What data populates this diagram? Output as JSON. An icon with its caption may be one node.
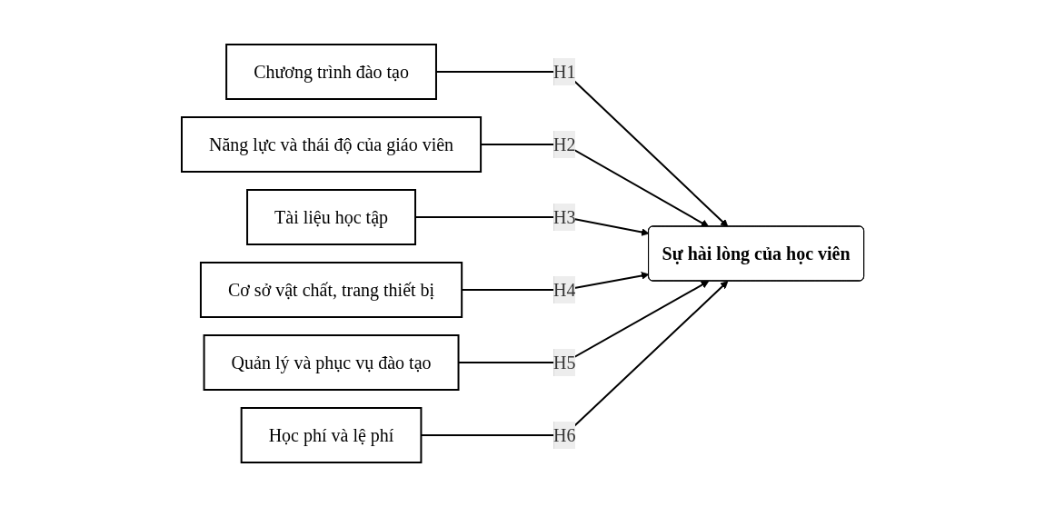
{
  "diagram": {
    "nodes": [
      {
        "text": [
          "Chương trình đào tạo"
        ]
      },
      {
        "text": [
          "Năng lực và thái độ của giáo viên"
        ]
      },
      {
        "text": [
          "Tài liệu học tập"
        ]
      },
      {
        "text": [
          "Cơ sở vật chất, trang thiết bị"
        ]
      },
      {
        "text": [
          "Quản lý và phục vụ đào tạo"
        ]
      },
      {
        "text": [
          "Học phí và lệ phí"
        ]
      },
      {
        "text": [
          "Sự hài lòng của học viên"
        ]
      }
    ],
    "edges": [
      {
        "from": 0,
        "to": 6,
        "arrow": "to",
        "label": "H1"
      },
      {
        "from": 1,
        "to": 6,
        "arrow": "to",
        "label": "H2"
      },
      {
        "from": 2,
        "to": 6,
        "arrow": "to",
        "label": "H3"
      },
      {
        "from": 3,
        "to": 6,
        "arrow": "to",
        "label": "H4"
      },
      {
        "from": 4,
        "to": 6,
        "arrow": "to",
        "label": "H5"
      },
      {
        "from": 5,
        "to": 6,
        "arrow": "to",
        "label": "H6"
      }
    ]
  }
}
